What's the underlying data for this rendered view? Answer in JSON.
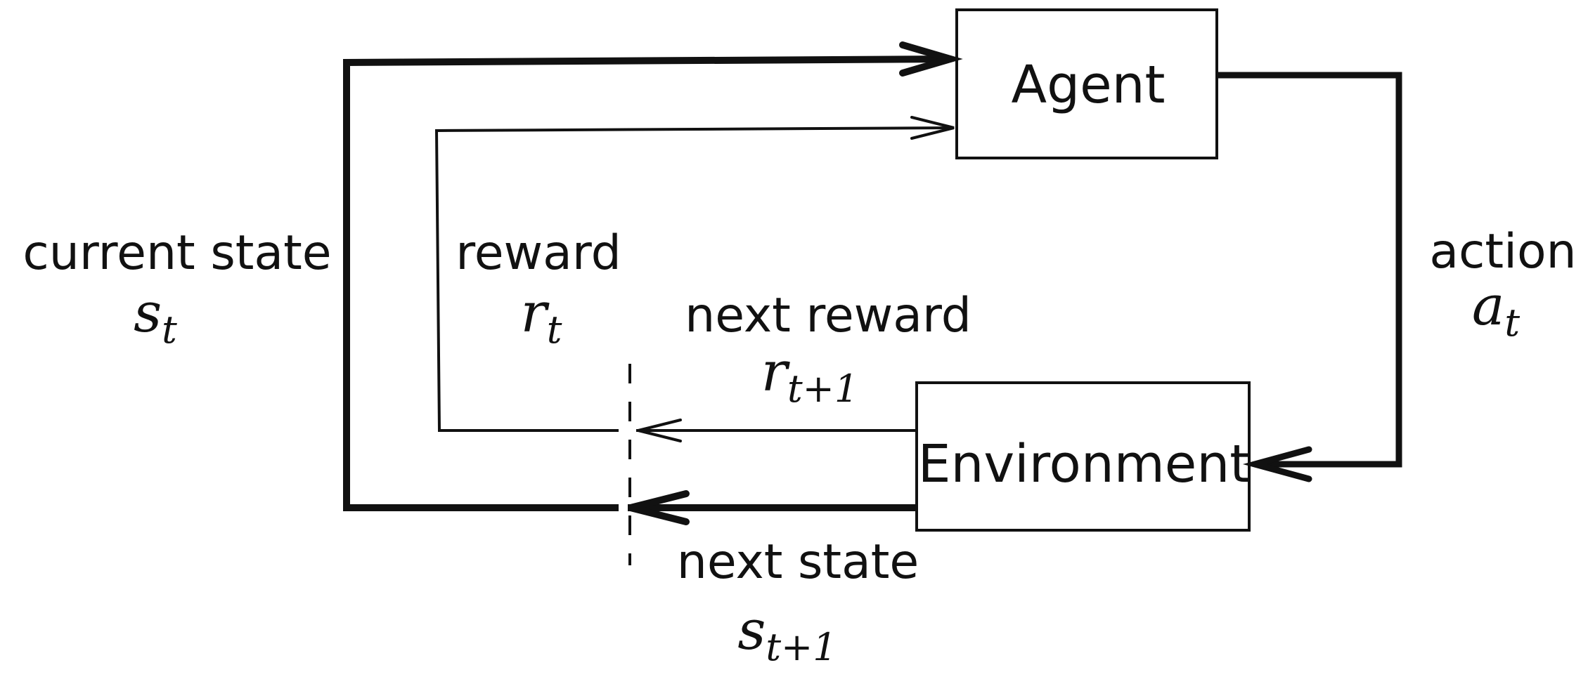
{
  "nodes": {
    "agent": "Agent",
    "environment": "Environment"
  },
  "labels": {
    "current_state": "current state",
    "reward": "reward",
    "next_reward": "next reward",
    "next_state": "next state",
    "action": "action"
  },
  "symbols": {
    "s_t": {
      "base": "s",
      "sub": "t"
    },
    "r_t": {
      "base": "r",
      "sub": "t"
    },
    "r_t1": {
      "base": "r",
      "sub": "t+1"
    },
    "s_t1": {
      "base": "s",
      "sub": "t+1"
    },
    "a_t": {
      "base": "a",
      "sub": "t"
    }
  }
}
